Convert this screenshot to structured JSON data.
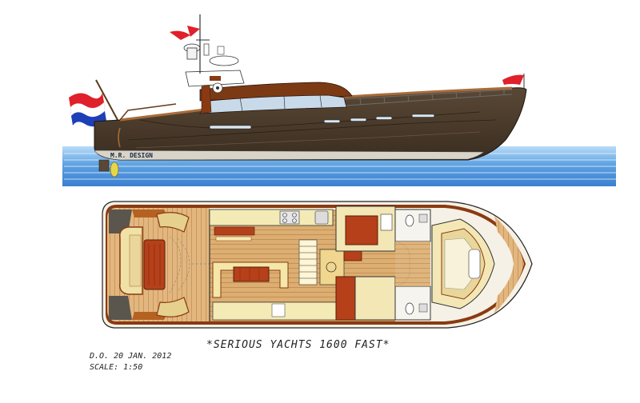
{
  "caption": "*SERIOUS YACHTS 1600 FAST*",
  "date": "D.O. 20 JAN. 2012",
  "scale": "SCALE: 1:50",
  "hull_brand": "M.R. DESIGN",
  "colors": {
    "hull": "#4a3a2c",
    "hull_dark": "#2f2419",
    "mahogany": "#8a3a12",
    "teak": "#d9a96a",
    "teak_light": "#e9c48f",
    "cream": "#f3e7b6",
    "water": "#5a9fe0",
    "water_light": "#a9d3f5",
    "flag_red": "#e0202a",
    "flag_blue": "#1d3fb8"
  }
}
